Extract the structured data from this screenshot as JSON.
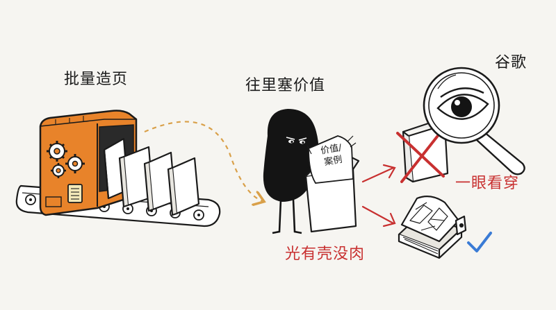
{
  "labels": {
    "batch_pages": "批量造页",
    "stuff_value": "往里塞价值",
    "google": "谷歌",
    "see_through": "一眼看穿",
    "shell_only": "光有壳没肉"
  },
  "paper_note": {
    "line1": "价值/",
    "line2": "案例"
  },
  "icons": {
    "machine": "factory-machine-icon",
    "gears": "gear-icon",
    "conveyor": "conveyor-belt-icon",
    "magnifier": "magnifying-glass-icon",
    "eye": "eye-icon",
    "cross": "red-cross-icon",
    "check": "check-mark-icon",
    "book": "book-icon"
  },
  "colors": {
    "background": "#f6f5f1",
    "machine_orange": "#e8832a",
    "ink": "#1a1a1a",
    "red": "#c83030",
    "check_blue": "#3a7bd5"
  }
}
